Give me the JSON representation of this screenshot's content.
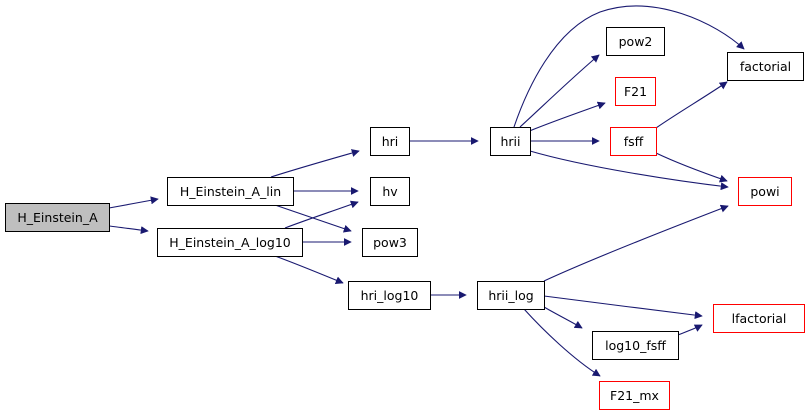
{
  "colors": {
    "edge": "#191970",
    "arrowhead": "#191970",
    "node_border_default": "#000000",
    "node_border_external": "#ff0000",
    "root_fill": "#bfbfbf",
    "node_fill": "#ffffff"
  },
  "nodes": [
    {
      "id": "H_Einstein_A",
      "label": "H_Einstein_A",
      "kind": "root"
    },
    {
      "id": "H_Einstein_A_lin",
      "label": "H_Einstein_A_lin",
      "kind": "default"
    },
    {
      "id": "H_Einstein_A_log10",
      "label": "H_Einstein_A_log10",
      "kind": "default"
    },
    {
      "id": "hri",
      "label": "hri",
      "kind": "default"
    },
    {
      "id": "hv",
      "label": "hv",
      "kind": "default"
    },
    {
      "id": "pow3",
      "label": "pow3",
      "kind": "default"
    },
    {
      "id": "hri_log10",
      "label": "hri_log10",
      "kind": "default"
    },
    {
      "id": "hrii",
      "label": "hrii",
      "kind": "default"
    },
    {
      "id": "hrii_log",
      "label": "hrii_log",
      "kind": "default"
    },
    {
      "id": "pow2",
      "label": "pow2",
      "kind": "default"
    },
    {
      "id": "F21",
      "label": "F21",
      "kind": "external"
    },
    {
      "id": "fsff",
      "label": "fsff",
      "kind": "external"
    },
    {
      "id": "log10_fsff",
      "label": "log10_fsff",
      "kind": "default"
    },
    {
      "id": "F21_mx",
      "label": "F21_mx",
      "kind": "external"
    },
    {
      "id": "factorial",
      "label": "factorial",
      "kind": "default"
    },
    {
      "id": "powi",
      "label": "powi",
      "kind": "external"
    },
    {
      "id": "lfactorial",
      "label": "lfactorial",
      "kind": "external"
    }
  ],
  "edges": [
    {
      "from": "H_Einstein_A",
      "to": "H_Einstein_A_lin"
    },
    {
      "from": "H_Einstein_A",
      "to": "H_Einstein_A_log10"
    },
    {
      "from": "H_Einstein_A_lin",
      "to": "hri"
    },
    {
      "from": "H_Einstein_A_lin",
      "to": "hv"
    },
    {
      "from": "H_Einstein_A_lin",
      "to": "pow3"
    },
    {
      "from": "H_Einstein_A_log10",
      "to": "hv"
    },
    {
      "from": "H_Einstein_A_log10",
      "to": "pow3"
    },
    {
      "from": "H_Einstein_A_log10",
      "to": "hri_log10"
    },
    {
      "from": "hri",
      "to": "hrii"
    },
    {
      "from": "hri_log10",
      "to": "hrii_log"
    },
    {
      "from": "hrii",
      "to": "factorial"
    },
    {
      "from": "hrii",
      "to": "pow2"
    },
    {
      "from": "hrii",
      "to": "F21"
    },
    {
      "from": "hrii",
      "to": "fsff"
    },
    {
      "from": "hrii",
      "to": "powi"
    },
    {
      "from": "fsff",
      "to": "factorial"
    },
    {
      "from": "fsff",
      "to": "powi"
    },
    {
      "from": "hrii_log",
      "to": "powi"
    },
    {
      "from": "hrii_log",
      "to": "lfactorial"
    },
    {
      "from": "hrii_log",
      "to": "log10_fsff"
    },
    {
      "from": "hrii_log",
      "to": "F21_mx"
    },
    {
      "from": "log10_fsff",
      "to": "lfactorial"
    }
  ]
}
